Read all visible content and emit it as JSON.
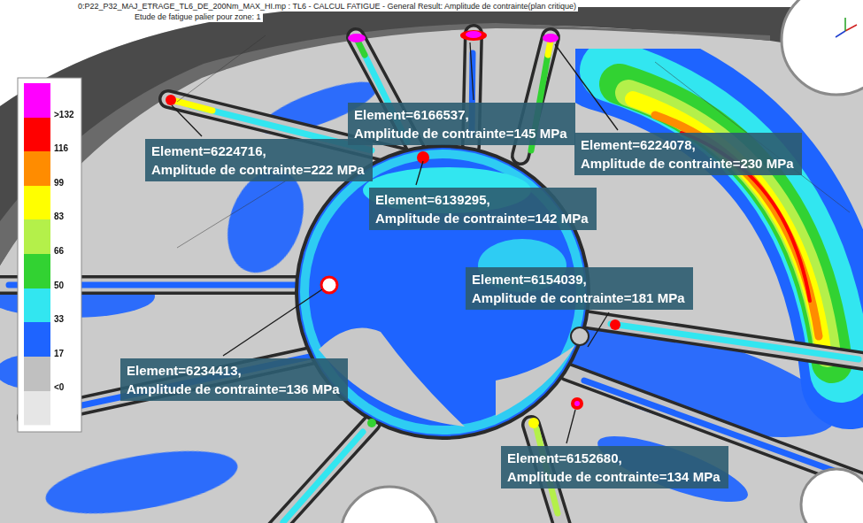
{
  "diagram": {
    "nodes": [
      {
        "text": [
          "Element=6166537,",
          "Amplitude de contrainte=145 MPa"
        ]
      },
      {
        "text": [
          "Element=6224716,",
          "Amplitude de contrainte=222 MPa"
        ]
      },
      {
        "text": [
          "Element=6224078,",
          "Amplitude de contrainte=230 MPa"
        ]
      },
      {
        "text": [
          "Element=6139295,",
          "Amplitude de contrainte=142 MPa"
        ]
      },
      {
        "text": [
          "Element=6154039,",
          "Amplitude de contrainte=181 MPa"
        ]
      },
      {
        "text": [
          "Element=6234413,",
          "Amplitude de contrainte=136 MPa"
        ]
      },
      {
        "text": [
          "Element=6152680,",
          "Amplitude de contrainte=134 MPa"
        ]
      }
    ],
    "labels": [
      "0:P22_P32_MAJ_ETRAGE_TL6_DE_200Nm_MAX_HI.mp : TL6 - CALCUL FATIGUE - General Result: Amplitude de contrainte(plan critique)",
      "Etude de fatigue palier pour zone: 1"
    ],
    "legend": [
      {
        "text": ">132",
        "color": "#ff00ff"
      },
      {
        "text": "116",
        "color": "#ff0000"
      },
      {
        "text": "99",
        "color": "#ff8c00"
      },
      {
        "text": "83",
        "color": "#ffff00"
      },
      {
        "text": "66",
        "color": "#b4f04a"
      },
      {
        "text": "50",
        "color": "#32d232"
      },
      {
        "text": "33",
        "color": "#32e6f0"
      },
      {
        "text": "17",
        "color": "#1e64ff"
      },
      {
        "text": "<0",
        "color": "#c0c0c0"
      }
    ]
  }
}
